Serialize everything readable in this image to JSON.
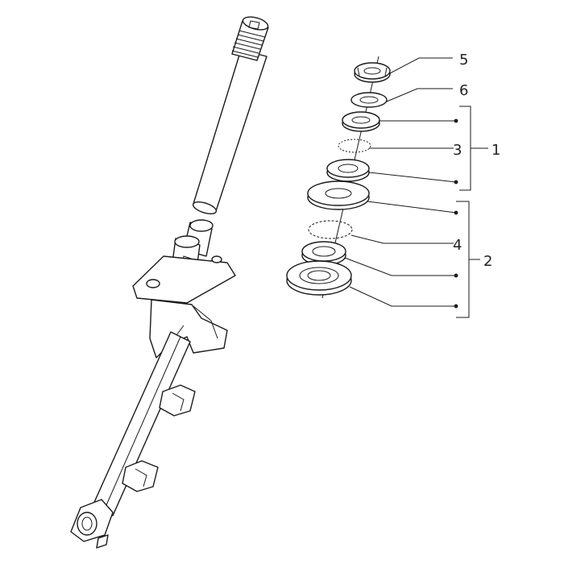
{
  "callouts": {
    "label_5": "5",
    "label_6": "6",
    "label_3": "3",
    "label_1": "1",
    "label_4": "4",
    "label_2": "2"
  }
}
